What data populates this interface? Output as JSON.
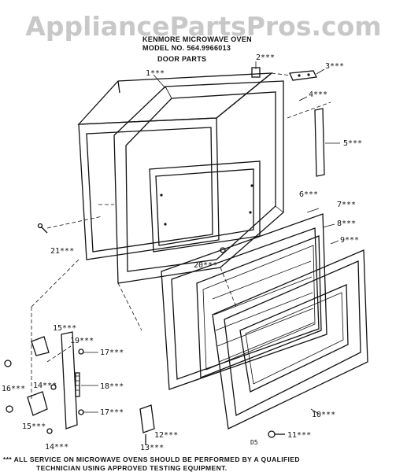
{
  "watermark": "AppliancePartsPros.com",
  "header": {
    "line1": "KENMORE MICROWAVE OVEN",
    "line2": "MODEL NO. 564.9966013",
    "line3": "DOOR PARTS"
  },
  "parts": [
    {
      "id": "part-1",
      "label": "1***"
    },
    {
      "id": "part-2",
      "label": "2***"
    },
    {
      "id": "part-3",
      "label": "3***"
    },
    {
      "id": "part-4",
      "label": "4***"
    },
    {
      "id": "part-5",
      "label": "5***"
    },
    {
      "id": "part-6",
      "label": "6***"
    },
    {
      "id": "part-7",
      "label": "7***"
    },
    {
      "id": "part-8",
      "label": "8***"
    },
    {
      "id": "part-9",
      "label": "9***"
    },
    {
      "id": "part-10",
      "label": "10***"
    },
    {
      "id": "part-11",
      "label": "11***"
    },
    {
      "id": "part-12",
      "label": "12***"
    },
    {
      "id": "part-13",
      "label": "13***"
    },
    {
      "id": "part-14a",
      "label": "14***"
    },
    {
      "id": "part-14b",
      "label": "14***"
    },
    {
      "id": "part-15a",
      "label": "15***"
    },
    {
      "id": "part-15b",
      "label": "15***"
    },
    {
      "id": "part-16",
      "label": "16***"
    },
    {
      "id": "part-17a",
      "label": "17***"
    },
    {
      "id": "part-17b",
      "label": "17***"
    },
    {
      "id": "part-18",
      "label": "18***"
    },
    {
      "id": "part-19",
      "label": "19***"
    },
    {
      "id": "part-20",
      "label": "20***"
    },
    {
      "id": "part-21",
      "label": "21***"
    }
  ],
  "code": "D5",
  "footer": {
    "line1": "***  ALL SERVICE ON MICROWAVE OVENS SHOULD BE PERFORMED BY A QUALIFIED",
    "line2": "TECHNICIAN USING APPROVED TESTING EQUIPMENT."
  }
}
